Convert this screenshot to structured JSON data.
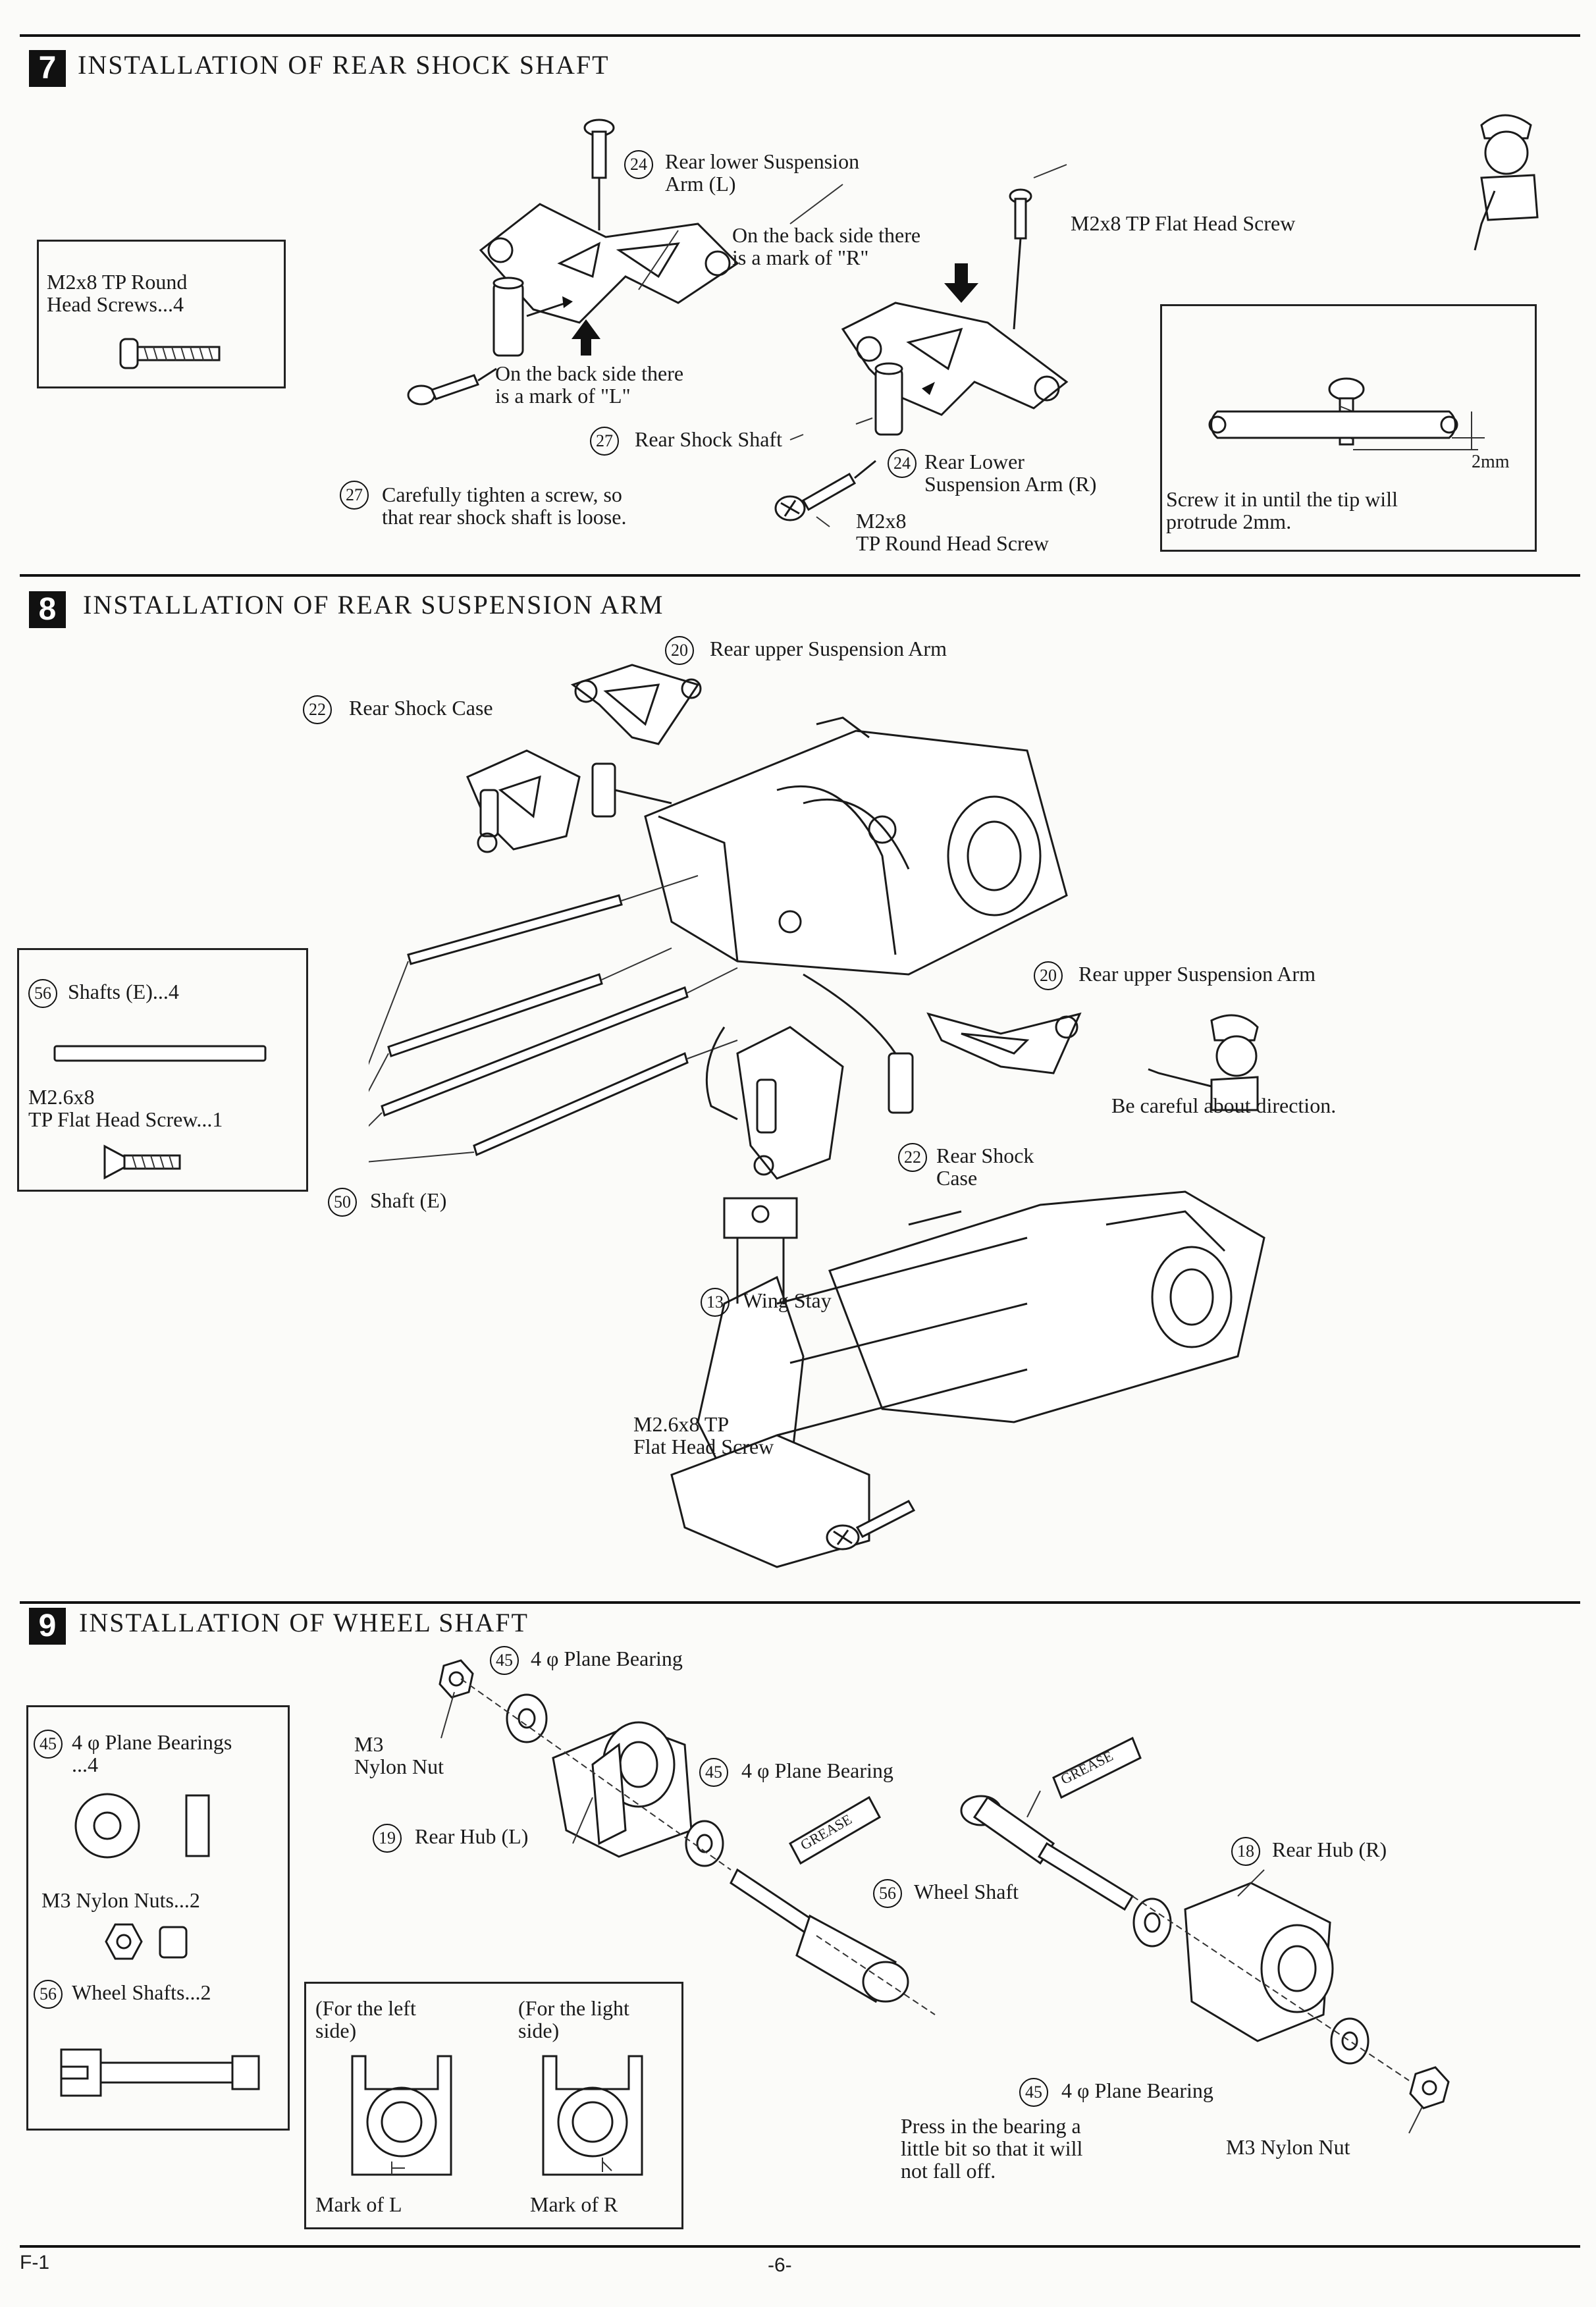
{
  "s7": {
    "num": "7",
    "title": "INSTALLATION OF REAR SHOCK SHAFT",
    "parts_box": {
      "label": "M2x8 TP Round\nHead Screws...4"
    },
    "c_arm_l": "Rear lower Suspension\nArm (L)",
    "n24a": "24",
    "mark_l": "On the back side there\nis a mark of \"L\"",
    "mark_r": "On the back side there\nis a mark of \"R\"",
    "flat_screw": "M2x8 TP Flat Head Screw",
    "n27a": "27",
    "shock_shaft": "Rear Shock Shaft",
    "n24b": "24",
    "arm_r": "Rear Lower\nSuspension Arm (R)",
    "n27b": "27",
    "tighten": "Carefully tighten a screw, so\nthat rear shock shaft is loose.",
    "round_screw": "M2x8\nTP Round Head Screw",
    "tip_note": "Screw it in until the tip will\nprotrude 2mm.",
    "dim": "2mm"
  },
  "s8": {
    "num": "8",
    "title": "INSTALLATION OF REAR SUSPENSION ARM",
    "n20a": "20",
    "upper_arm_a": "Rear upper Suspension Arm",
    "n22a": "22",
    "shock_case_a": "Rear Shock Case",
    "n56": "56",
    "shafts_box": "Shafts (E)...4",
    "screw_box": "M2.6x8\nTP Flat Head Screw...1",
    "n20b": "20",
    "upper_arm_b": "Rear upper Suspension Arm",
    "careful": "Be careful about direction.",
    "n22b": "22",
    "shock_case_b": "Rear Shock\nCase",
    "n50": "50",
    "shaft_e": "Shaft (E)",
    "n13": "13",
    "wing_stay": "Wing Stay",
    "flat_screw": "M2.6x8 TP\nFlat Head Screw"
  },
  "s9": {
    "num": "9",
    "title": "INSTALLATION OF WHEEL SHAFT",
    "n45box": "45",
    "bearings_box": "4 φ Plane Bearings\n...4",
    "nuts_box": "M3 Nylon Nuts...2",
    "n56box": "56",
    "shafts_box": "Wheel Shafts...2",
    "n45a": "45",
    "bearing_a": "4 φ Plane Bearing",
    "nylon_nut_a": "M3\nNylon Nut",
    "n45b": "45",
    "bearing_b": "4 φ Plane Bearing",
    "n19": "19",
    "hub_l": "Rear Hub (L)",
    "grease": "GREASE",
    "n56": "56",
    "wheel_shaft": "Wheel Shaft",
    "n18": "18",
    "hub_r": "Rear Hub (R)",
    "left_side": "(For the left\nside)",
    "right_side": "(For the light\nside)",
    "mark_l": "Mark of L",
    "mark_r": "Mark of R",
    "n45c": "45",
    "bearing_c": "4 φ Plane Bearing",
    "press_note": "Press in the bearing a\nlittle bit so that it will\nnot fall off.",
    "nylon_nut_b": "M3 Nylon Nut"
  },
  "footer": {
    "code": "F-1",
    "page": "-6-"
  }
}
